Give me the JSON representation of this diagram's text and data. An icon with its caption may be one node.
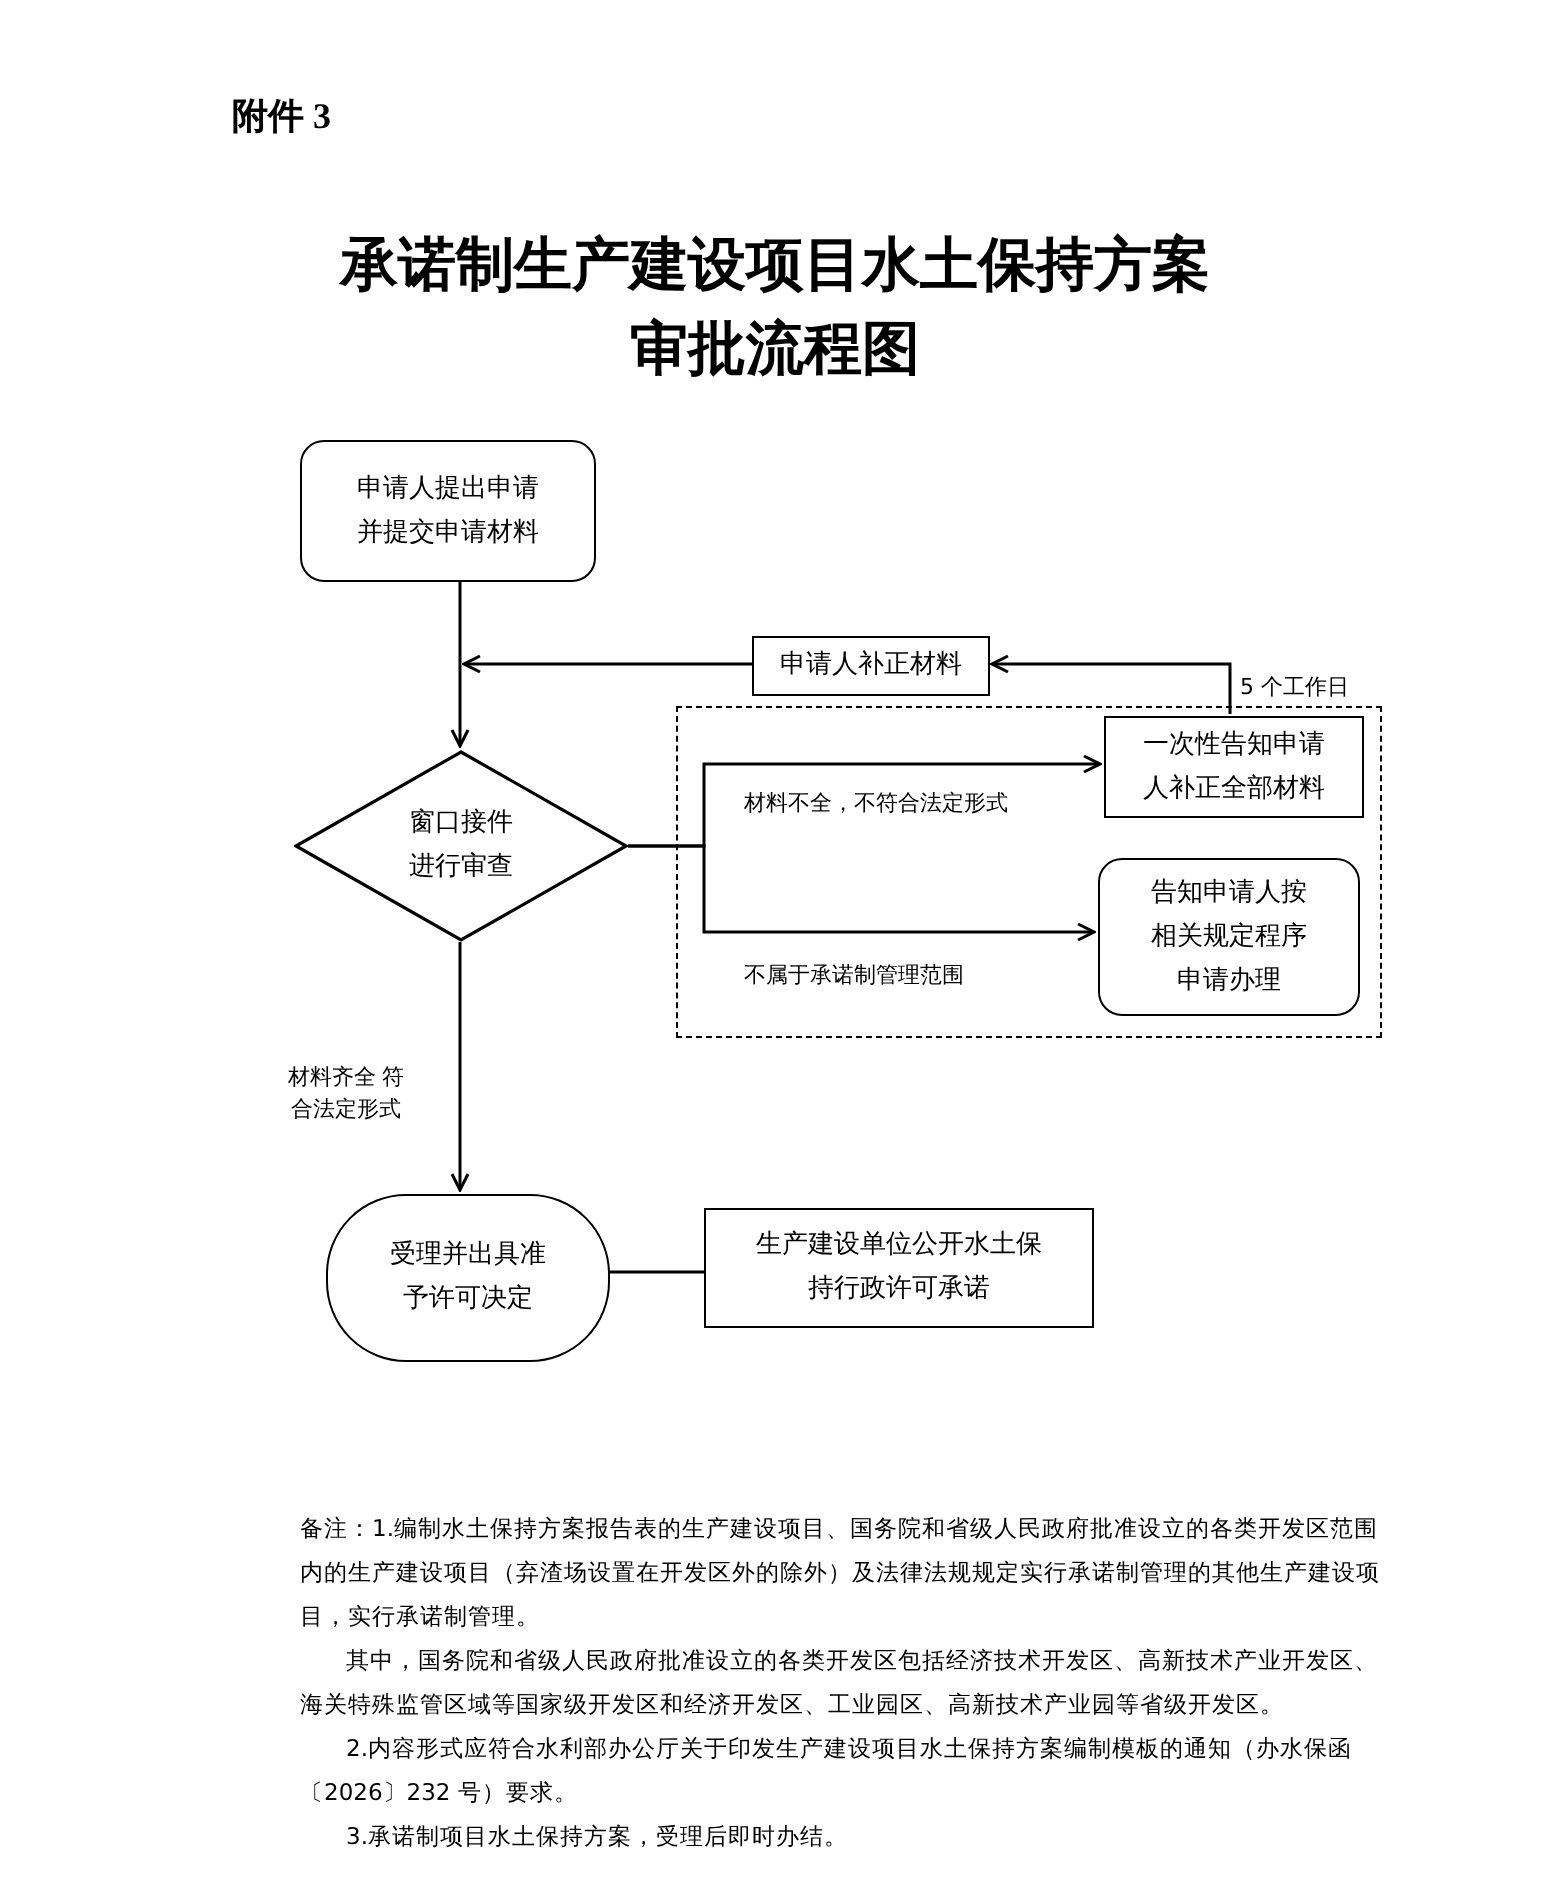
{
  "diagram": {
    "title": "承诺制生产建设项目水土保持方案审批流程图",
    "nodes": [
      {
        "text": [
          "申请人提出申请并提交申请材料"
        ]
      },
      {
        "text": [
          "申请人补正材料"
        ]
      },
      {
        "text": [
          "窗口接件进行审查"
        ]
      },
      {
        "text": [],
        "shape": "box"
      },
      {
        "text": [
          "一次性告知申请人补正全部材料"
        ],
        "in": 3
      },
      {
        "text": [
          "告知申请人按相关规定程序申请办理"
        ],
        "in": 3
      },
      {
        "text": [
          "受理并出具准予许可决定"
        ]
      },
      {
        "text": [
          "生产建设单位公开水土保持行政许可承诺"
        ]
      }
    ],
    "edges": [
      {
        "from": 0,
        "to": 2,
        "arrow": "to"
      },
      {
        "from": 1,
        "to": 2,
        "arrow": "to"
      },
      {
        "from": 4,
        "to": 1,
        "arrow": "to",
        "label": "5 个工作日"
      },
      {
        "from": 2,
        "to": 4,
        "arrow": "to",
        "label": "材料不全，不符合法定形式"
      },
      {
        "from": 2,
        "to": 5,
        "arrow": "to",
        "label": "不属于承诺制管理范围"
      },
      {
        "from": 2,
        "to": 6,
        "arrow": "to",
        "label": "材料齐全 符合法定形式"
      },
      {
        "from": 6,
        "to": 7,
        "arrow": "none"
      }
    ],
    "labels": [
      "附件 3",
      "备注：1.编制水土保持方案报告表的生产建设项目、国务院和省级人民政府批准设立的各类开发区范围内的生产建设项目（弃渣场设置在开发区外的除外）及法律法规规定实行承诺制管理的其他生产建设项目，实行承诺制管理。",
      "其中，国务院和省级人民政府批准设立的各类开发区包括经济技术开发区、高新技术产业开发区、海关特殊监管区域等国家级开发区和经济开发区、工业园区、高新技术产业园等省级开发区。",
      "2.内容形式应符合水利部办公厅关于印发生产建设项目水土保持方案编制模板的通知（办水保函〔2026〕232 号）要求。",
      "3.承诺制项目水土保持方案，受理后即时办结。"
    ]
  }
}
